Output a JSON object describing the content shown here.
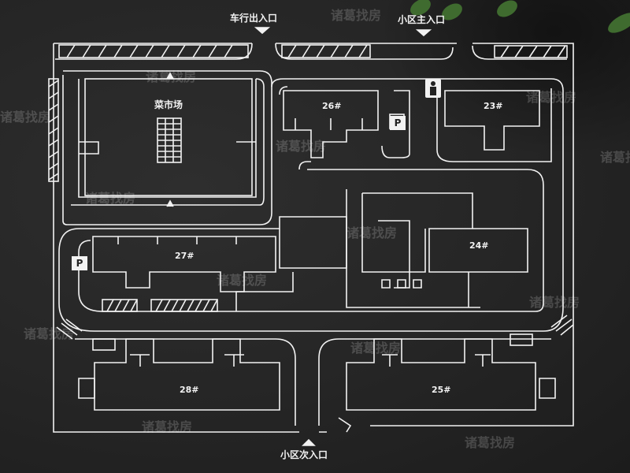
{
  "map": {
    "entrances": {
      "vehicle_exit_entrance": "车行出入口",
      "main_entrance": "小区主入口",
      "secondary_entrance": "小区次入口"
    },
    "facilities": {
      "market": "菜市场",
      "parking_symbol": "P"
    },
    "buildings": [
      "26#",
      "23#",
      "27#",
      "24#",
      "28#",
      "25#"
    ],
    "watermark": "诸葛找房"
  }
}
